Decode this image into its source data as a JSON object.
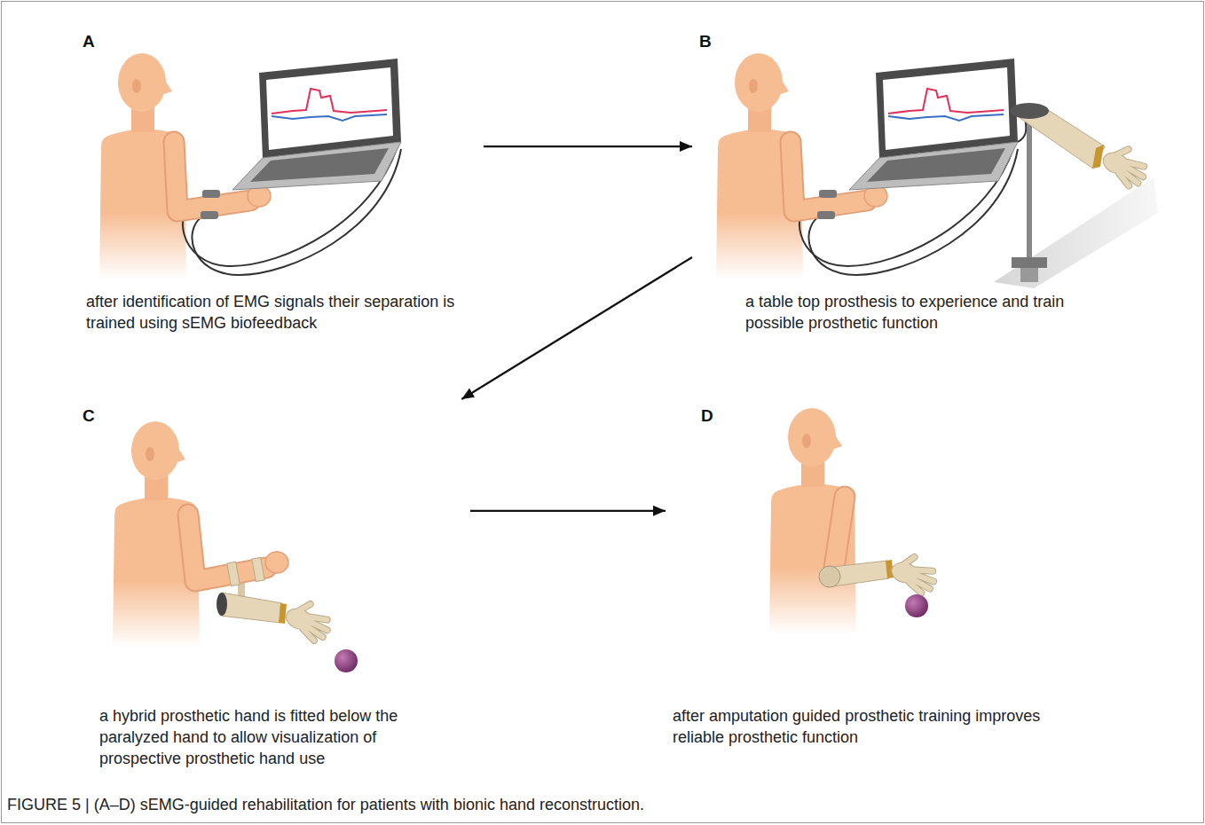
{
  "diagram": {
    "caption": "FIGURE 5 | (A–D) sEMG-guided rehabilitation for patients with bionic hand reconstruction.",
    "nodes": [
      {
        "text": [
          "A",
          "after identification of EMG signals their separation is trained using sEMG biofeedback"
        ]
      },
      {
        "text": [
          "B",
          "a table top prosthesis to experience and train possible prosthetic function"
        ]
      },
      {
        "text": [
          "C",
          "a hybrid prosthetic hand is fitted below the paralyzed hand to allow visualization of prospective prosthetic hand use"
        ]
      },
      {
        "text": [
          "D",
          "after amputation guided prosthetic training improves reliable prosthetic function"
        ]
      }
    ],
    "edges": [
      {
        "from": 0,
        "to": 1,
        "arrow": "to"
      },
      {
        "from": 1,
        "to": 2,
        "arrow": "to"
      },
      {
        "from": 2,
        "to": 3,
        "arrow": "to"
      }
    ]
  }
}
